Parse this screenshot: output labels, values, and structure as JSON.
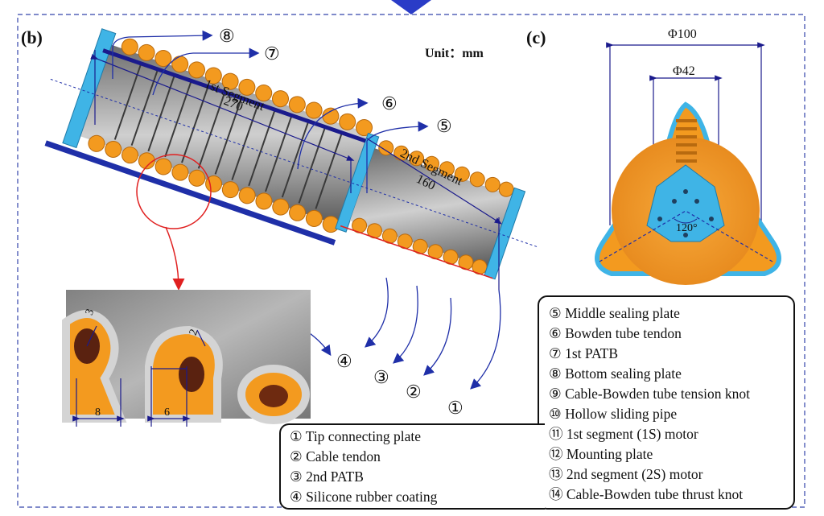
{
  "panels": {
    "b": "(b)",
    "c": "(c)"
  },
  "unit_label": "Unit：mm",
  "segments": {
    "first_name": "1st Segment",
    "first_length": "270",
    "second_name": "2nd Segment",
    "second_length": "160"
  },
  "diameters": {
    "outer": "Φ100",
    "inner": "Φ42",
    "angle": "120°"
  },
  "inset_dims": {
    "d3": "3",
    "d2": "2",
    "d8": "8",
    "d6": "6"
  },
  "callouts": [
    "①",
    "②",
    "③",
    "④",
    "⑤",
    "⑥",
    "⑦",
    "⑧"
  ],
  "legend_left": [
    "① Tip connecting plate",
    "② Cable tendon",
    "③ 2nd PATB",
    "④ Silicone rubber coating"
  ],
  "legend_right": [
    "⑤ Middle sealing plate",
    "⑥ Bowden tube tendon",
    "⑦ 1st PATB",
    "⑧ Bottom sealing plate",
    "⑨ Cable-Bowden tube tension knot",
    "⑩ Hollow sliding pipe",
    "⑪ 1st segment (1S) motor",
    "⑫ Mounting plate",
    "⑬ 2nd segment (2S) motor",
    "⑭ Cable-Bowden tube thrust knot"
  ],
  "colors": {
    "orange": "#f39a1f",
    "blue": "#1f2fa8",
    "cyan": "#3fb4e6",
    "navy": "#1a1a8c",
    "red": "#e02020"
  }
}
